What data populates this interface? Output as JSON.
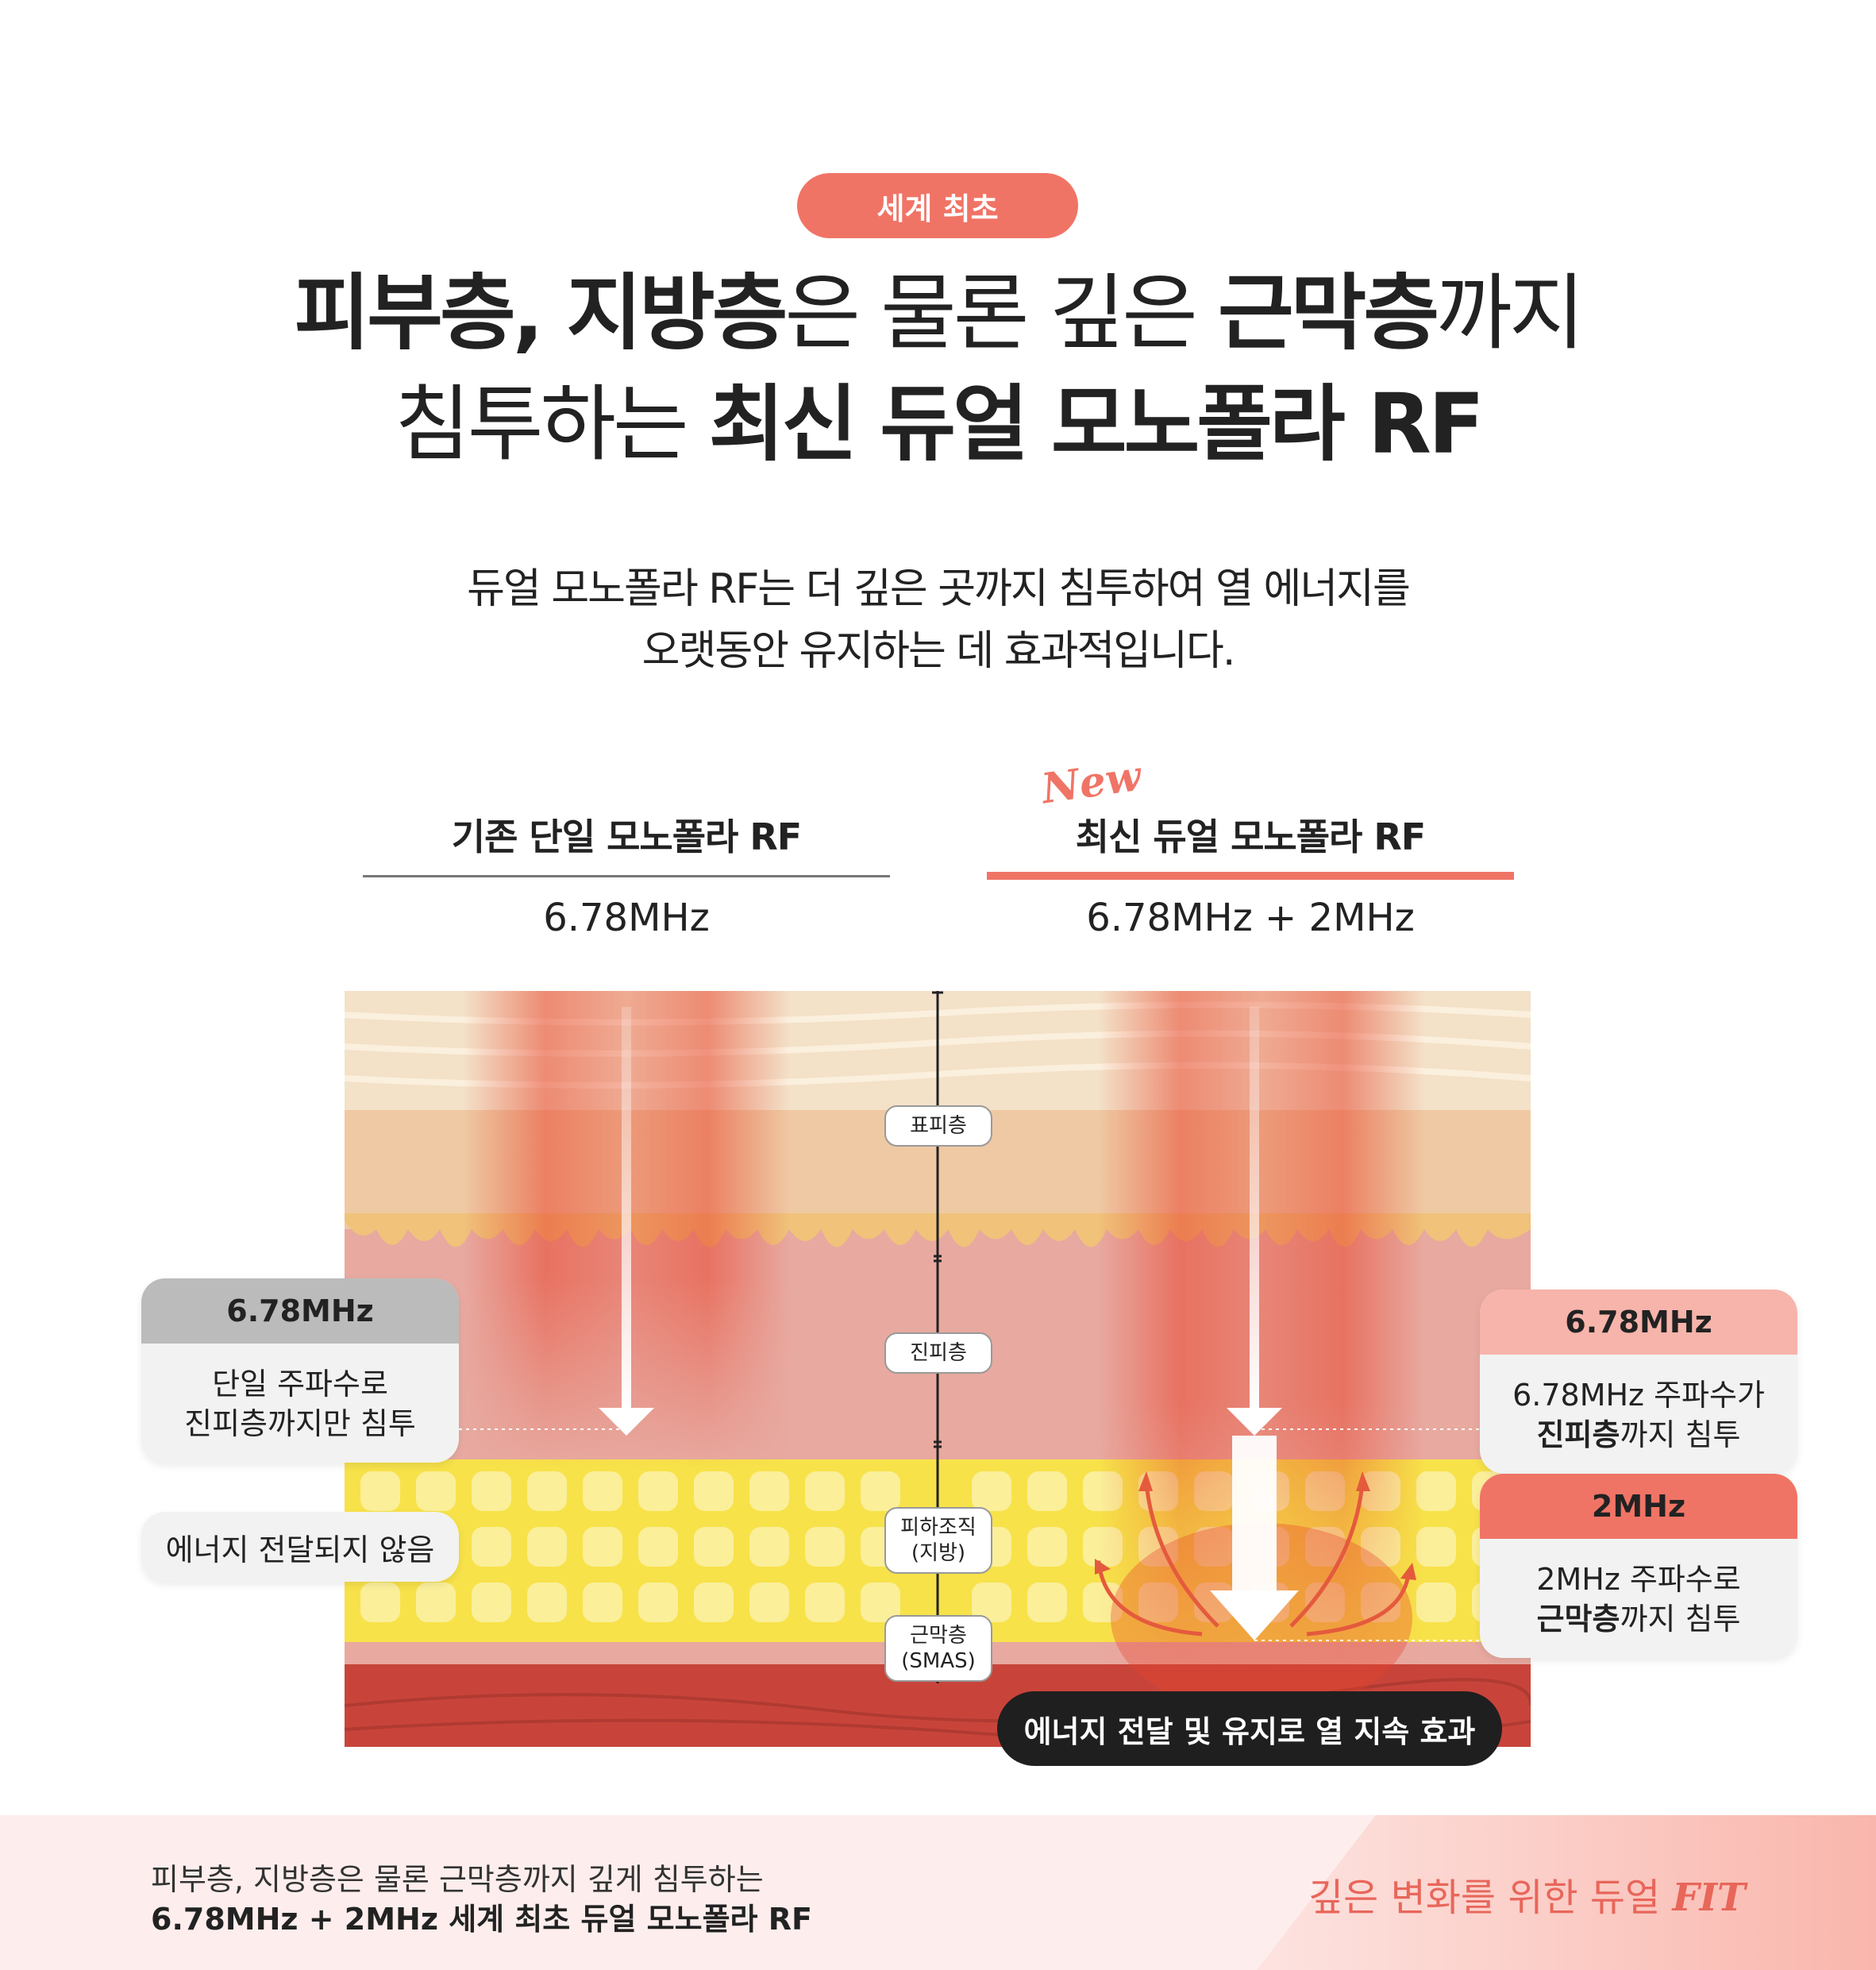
{
  "badge": "세계 최초",
  "headline": {
    "line1": [
      {
        "text": "피부층, 지방층",
        "bold": true
      },
      {
        "text": "은 물론 깊은 ",
        "bold": false
      },
      {
        "text": "근막층",
        "bold": true
      },
      {
        "text": "까지",
        "bold": false
      }
    ],
    "line2": [
      {
        "text": "침투하는 ",
        "bold": false
      },
      {
        "text": "최신 듀얼 모노폴라 RF",
        "bold": true
      }
    ]
  },
  "sub": {
    "line1": "듀얼 모노폴라 RF는 더 깊은 곳까지 침투하여 열 에너지를",
    "line2": "오랫동안 유지하는 데 효과적입니다."
  },
  "new_tag": "New",
  "compare": {
    "left_title": "기존 단일 모노폴라 RF",
    "left_freq": "6.78MHz",
    "right_title": "최신 듀얼 모노폴라 RF",
    "right_freq": "6.78MHz + 2MHz"
  },
  "layers": {
    "epidermis": "표피층",
    "dermis": "진피층",
    "subcutaneous_1": "피하조직",
    "subcutaneous_2": "(지방)",
    "smas_1": "근막층",
    "smas_2": "(SMAS)"
  },
  "left_card": {
    "head": "6.78MHz",
    "body_1": "단일 주파수로",
    "body_2": "진피층까지만 침투"
  },
  "left_pill": "에너지 전달되지 않음",
  "right_card_1": {
    "head": "6.78MHz",
    "body_1": "6.78MHz 주파수가",
    "body_2_bold": "진피층",
    "body_2_rest": "까지 침투"
  },
  "right_card_2": {
    "head": "2MHz",
    "body_1": "2MHz 주파수로",
    "body_2_bold": "근막층",
    "body_2_rest": "까지 침투"
  },
  "bottom_pill": "에너지 전달 및 유지로 열 지속 효과",
  "footer": {
    "line1": "피부층, 지방층은 물론 근막층까지 깊게 침투하는",
    "line2": "6.78MHz + 2MHz 세계 최초 듀얼 모노폴라 RF",
    "right_text": "깊은 변화를 위한 듀얼 ",
    "right_italic": "FIT"
  },
  "colors": {
    "accent": "#f07466",
    "dark": "#1f1f1f",
    "fat_yellow": "#f7e24a",
    "muscle_red": "#c8443a"
  }
}
